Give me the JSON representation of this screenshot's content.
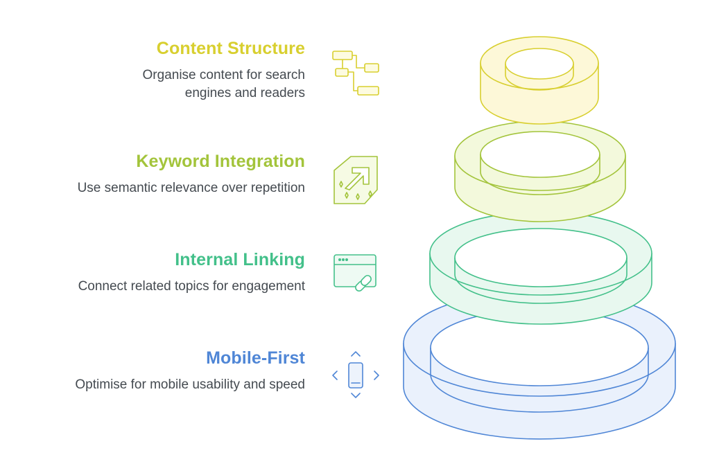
{
  "colors": {
    "content_structure": "#d8cf2f",
    "keyword_integration": "#a3c43b",
    "internal_linking": "#43c08a",
    "mobile_first": "#4f86d6"
  },
  "items": [
    {
      "title": "Content Structure",
      "description": "Organise content for search engines and readers",
      "icon": "flowchart-icon"
    },
    {
      "title": "Keyword Integration",
      "description": "Use semantic relevance over repetition",
      "icon": "arrow-sparkle-icon"
    },
    {
      "title": "Internal Linking",
      "description": "Connect related topics for engagement",
      "icon": "browser-link-icon"
    },
    {
      "title": "Mobile-First",
      "description": "Optimise for mobile usability and speed",
      "icon": "mobile-arrows-icon"
    }
  ]
}
